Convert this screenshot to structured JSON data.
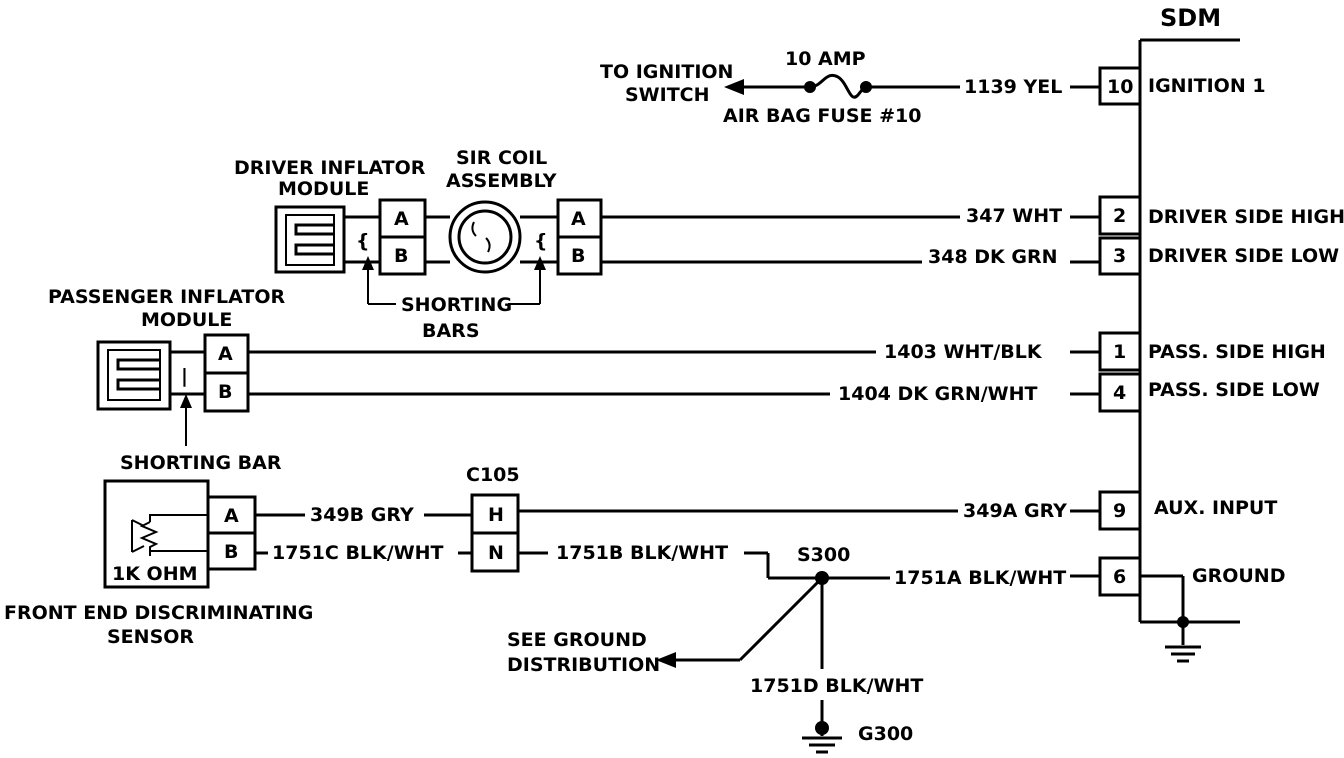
{
  "sdm": {
    "title": "SDM",
    "terminals": [
      {
        "pin": "10",
        "label": "IGNITION 1",
        "wire": "1139 YEL"
      },
      {
        "pin": "2",
        "label": "DRIVER SIDE HIGH",
        "wire": "347 WHT"
      },
      {
        "pin": "3",
        "label": "DRIVER SIDE LOW",
        "wire": "348 DK GRN"
      },
      {
        "pin": "1",
        "label": "PASS. SIDE HIGH",
        "wire": "1403 WHT/BLK"
      },
      {
        "pin": "4",
        "label": "PASS. SIDE LOW",
        "wire": "1404 DK GRN/WHT"
      },
      {
        "pin": "9",
        "label": "AUX. INPUT",
        "wire": "349A GRY"
      },
      {
        "pin": "6",
        "label": "GROUND",
        "wire": "1751A BLK/WHT"
      }
    ]
  },
  "fuse": {
    "rating": "10 AMP",
    "name": "AIR BAG FUSE #10",
    "destination": [
      "TO IGNITION",
      "SWITCH"
    ]
  },
  "driver_module": {
    "title": [
      "DRIVER INFLATOR",
      "MODULE"
    ],
    "pins": [
      "A",
      "B"
    ]
  },
  "sir_coil": {
    "title": [
      "SIR COIL",
      "ASSEMBLY"
    ],
    "pins": [
      "A",
      "B"
    ]
  },
  "shorting_bars": [
    "SHORTING",
    "BARS"
  ],
  "passenger_module": {
    "title": [
      "PASSENGER INFLATOR",
      "MODULE"
    ],
    "pins": [
      "A",
      "B"
    ],
    "shorting_bar": "SHORTING BAR"
  },
  "sensor": {
    "resistance": "1K OHM",
    "title": [
      "FRONT END DISCRIMINATING",
      "SENSOR"
    ],
    "pins": [
      "A",
      "B"
    ],
    "wires": [
      "349B GRY",
      "1751C BLK/WHT"
    ]
  },
  "connector_c105": {
    "name": "C105",
    "pins": [
      "H",
      "N"
    ]
  },
  "splice": {
    "name": "S300",
    "wire_in": "1751B BLK/WHT",
    "wire_down": "1751D BLK/WHT",
    "ground": "G300",
    "see": [
      "SEE GROUND",
      "DISTRIBUTION"
    ]
  }
}
